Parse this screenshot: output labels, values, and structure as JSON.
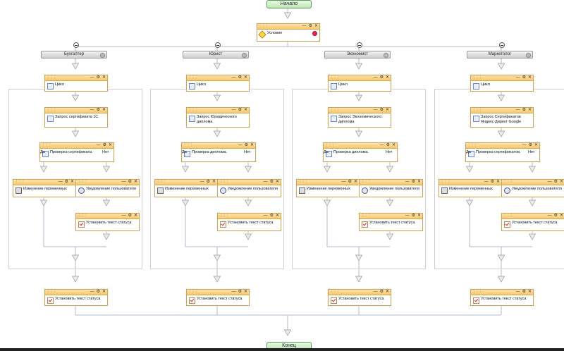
{
  "start_label": "Начало",
  "end_label": "Конец",
  "condition_label": "Условие",
  "node_controls": [
    "—",
    "⚙",
    "✕"
  ],
  "columns": [
    {
      "branch": "Бухгалтер",
      "cycle": "Цикл",
      "request": "Запрос сертификата 1С.",
      "check": "Проверка сертификата.",
      "yes": "Да",
      "no": "Нет",
      "vars": "Изменение переменных",
      "notify": "Уведомление пользователя",
      "set_status_inner": "Установить текст статуса",
      "set_status_outer": "Установить текст статуса"
    },
    {
      "branch": "Юрист",
      "cycle": "Цикл",
      "request": "Запрос Юридического диплома",
      "check": "Проверка диплома.",
      "yes": "Да",
      "no": "Нет",
      "vars": "Изменение переменных",
      "notify": "Уведомление пользователя",
      "set_status_inner": "Установить текст статуса",
      "set_status_outer": "Установить текст статуса"
    },
    {
      "branch": "Экономист",
      "cycle": "Цикл",
      "request": "Запрос Экономического диплома",
      "check": "Проверка диплома.",
      "yes": "Да",
      "no": "Нет",
      "vars": "Изменение переменных",
      "notify": "Уведомление пользователя",
      "set_status_inner": "Установить текст статуса",
      "set_status_outer": "Установить текст статуса"
    },
    {
      "branch": "Маркетолог",
      "cycle": "Цикл",
      "request": "Запрос Сертификатов Яндекс Директ Google",
      "check": "Проверка сертификатов.",
      "yes": "Да",
      "no": "Нет",
      "vars": "Изменение переменных",
      "notify": "Уведомление пользователя",
      "set_status_inner": "Установить текст статуса",
      "set_status_outer": "Установить текст статуса"
    }
  ]
}
